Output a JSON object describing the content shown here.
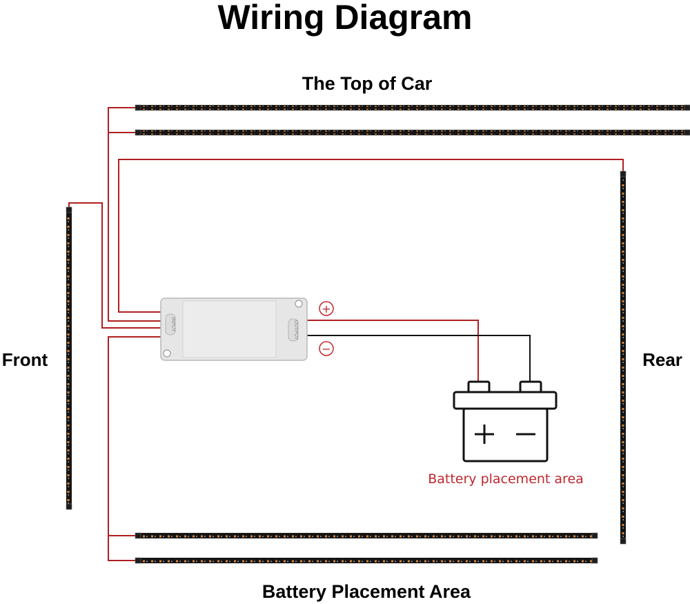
{
  "title": "Wiring Diagram",
  "labels": {
    "top": "The Top of Car",
    "bottom": "Battery Placement Area",
    "left": "Front",
    "right": "Rear",
    "battery_area": "Battery placement area"
  },
  "controller": {
    "input_label": "INPUT",
    "output_label": "OUTPUT"
  },
  "terminals": {
    "positive": "+",
    "negative": "−"
  },
  "colors": {
    "positive_wire": "#b01e1e",
    "negative_wire": "#111111",
    "battery_label": "#c0272d",
    "strip_body": "#151515",
    "led_amber": "#d6853a",
    "controller_body": "#e6e6e6"
  },
  "icons": {
    "battery": "battery-icon",
    "positive_terminal": "plus-circle-icon",
    "negative_terminal": "minus-circle-icon"
  }
}
